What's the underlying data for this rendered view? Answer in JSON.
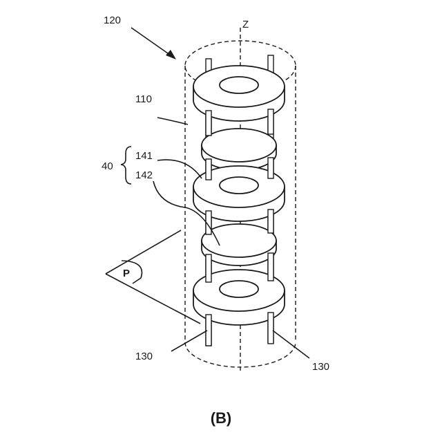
{
  "labels": {
    "assembly": "120",
    "axis": "Z",
    "housing": "110",
    "group": "40",
    "part_141": "141",
    "part_142": "142",
    "plane": "P",
    "rod_left": "130",
    "rod_right": "130"
  },
  "caption": "(B)"
}
